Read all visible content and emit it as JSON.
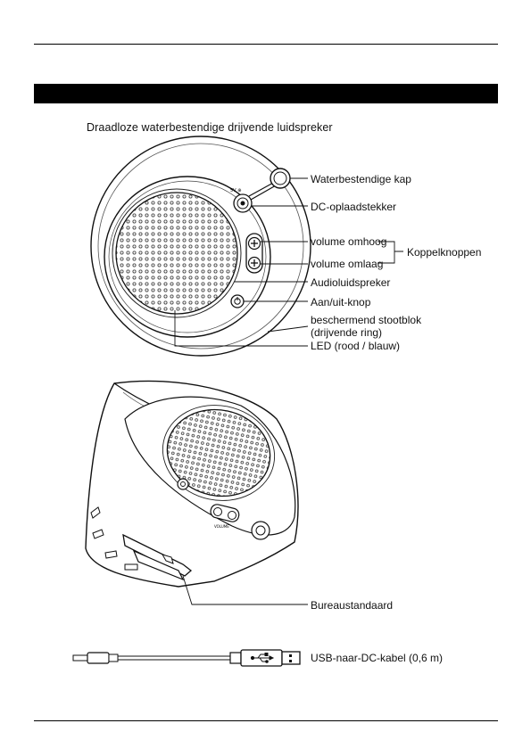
{
  "title": "Draadloze waterbestendige drijvende luidspreker",
  "labels": {
    "cap": "Waterbestendige kap",
    "dc_jack": "DC-oplaadstekker",
    "vol_up": "volume omhoog",
    "pair_buttons": "Koppelknoppen",
    "vol_down": "volume omlaag",
    "speaker": "Audioluidspreker",
    "power": "Aan/uit-knop",
    "bumper_line1": "beschermend stootblok",
    "bumper_line2": "(drijvende ring)",
    "led": "LED (rood / blauw)",
    "stand": "Bureaustandaard",
    "cable": "USB-naar-DC-kabel (0,6 m)"
  },
  "device_marks": {
    "volume_text": "VOLUME"
  },
  "icons": [
    "plus-icon",
    "minus-icon",
    "power-icon",
    "usb-icon"
  ]
}
